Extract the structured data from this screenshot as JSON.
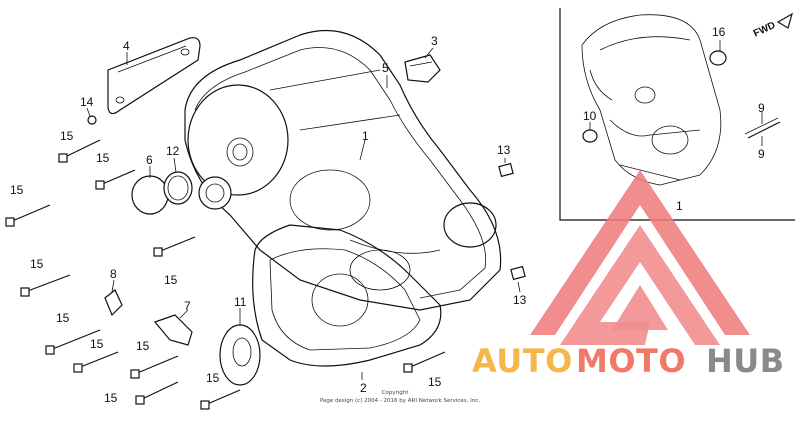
{
  "diagram": {
    "callouts": [
      {
        "id": "c1",
        "text": "1"
      },
      {
        "id": "c2",
        "text": "2"
      },
      {
        "id": "c3",
        "text": "3"
      },
      {
        "id": "c4",
        "text": "4"
      },
      {
        "id": "c5",
        "text": "5"
      },
      {
        "id": "c6",
        "text": "6"
      },
      {
        "id": "c7",
        "text": "7"
      },
      {
        "id": "c8",
        "text": "8"
      },
      {
        "id": "c9a",
        "text": "9"
      },
      {
        "id": "c9b",
        "text": "9"
      },
      {
        "id": "c10",
        "text": "10"
      },
      {
        "id": "c11",
        "text": "11"
      },
      {
        "id": "c12",
        "text": "12"
      },
      {
        "id": "c13a",
        "text": "13"
      },
      {
        "id": "c13b",
        "text": "13"
      },
      {
        "id": "c14",
        "text": "14"
      },
      {
        "id": "c15a",
        "text": "15"
      },
      {
        "id": "c15b",
        "text": "15"
      },
      {
        "id": "c15c",
        "text": "15"
      },
      {
        "id": "c15d",
        "text": "15"
      },
      {
        "id": "c15e",
        "text": "15"
      },
      {
        "id": "c15f",
        "text": "15"
      },
      {
        "id": "c15g",
        "text": "15"
      },
      {
        "id": "c15h",
        "text": "15"
      },
      {
        "id": "c15i",
        "text": "15"
      },
      {
        "id": "c15j",
        "text": "15"
      },
      {
        "id": "c16",
        "text": "16"
      }
    ],
    "fwd_label": "FWD",
    "copyright_line1": "Copyright",
    "copyright_line2": "Page design (c) 2004 - 2016 by ARI Network Services, Inc."
  },
  "watermark": {
    "part1": "AUTO",
    "part2": "MOTO",
    "part3": "HUB",
    "colors": {
      "auto": "#f5b64a",
      "moto": "#f07a6a",
      "hub": "#8a8a8a",
      "logo": "#f07a7a"
    }
  }
}
